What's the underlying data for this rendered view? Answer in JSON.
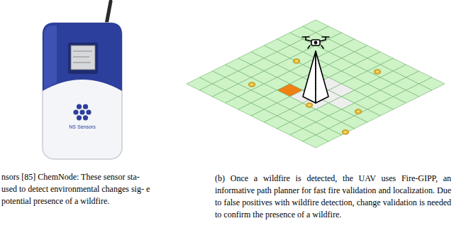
{
  "diagram": {
    "labels": [
      "nsors [85] ChemNode: These sensor sta- used to detect environmental changes sig- e potential presence of a wildfire.",
      "NS Sensors",
      "(b) Once a wildfire is detected, the UAV uses Fire-GIPP, an informative path planner for fast fire validation and localization. Due to false positives with wildfire detection, change validation is needed to confirm the presence of a wildfire."
    ]
  }
}
